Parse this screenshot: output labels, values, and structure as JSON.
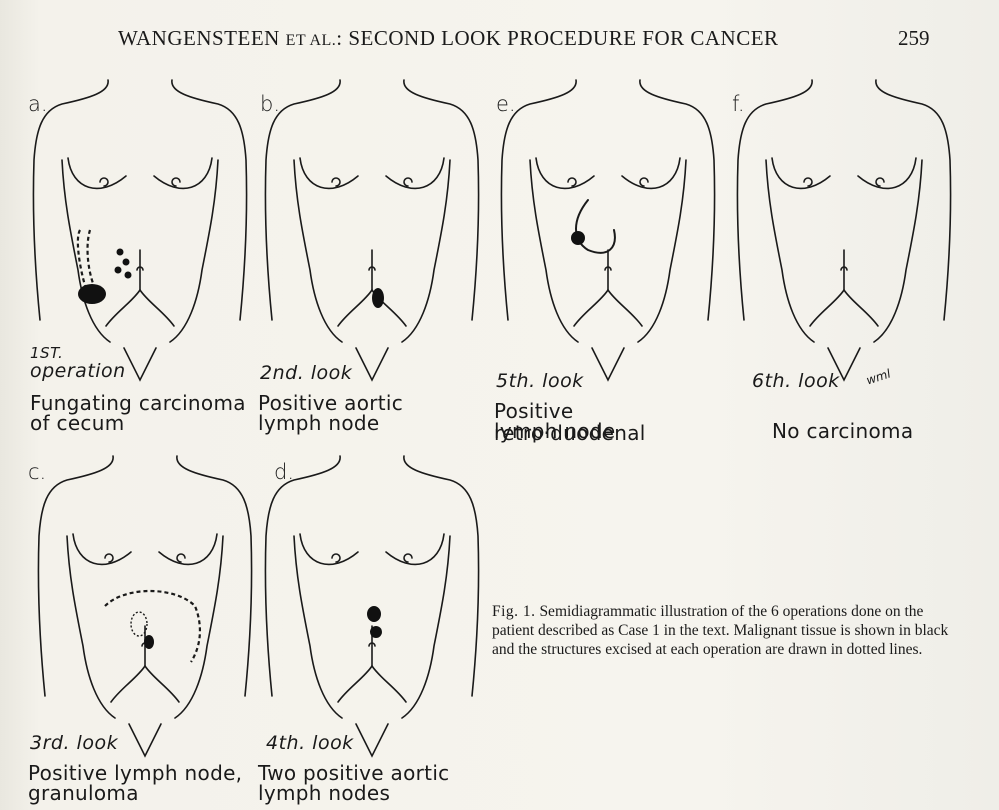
{
  "header": {
    "running_title_main": "WANGENSTEEN",
    "running_title_etal": "ET AL.",
    "running_title_rest": ": SECOND LOOK PROCEDURE FOR CANCER",
    "page_number": "259"
  },
  "panels": [
    {
      "letter": "a.",
      "stage_line1": "1ST.",
      "stage_line2": "operation",
      "caption_line1": "Fungating carcinoma",
      "caption_line2": "of cecum"
    },
    {
      "letter": "b.",
      "stage_line1": "",
      "stage_line2": "2nd. look",
      "caption_line1": "Positive aortic",
      "caption_line2": "lymph node"
    },
    {
      "letter": "e.",
      "stage_line1": "",
      "stage_line2": "5th. look",
      "caption_line1": "Positive retro·duodenal",
      "caption_line2": "lymph node"
    },
    {
      "letter": "f.",
      "stage_line1": "",
      "stage_line2": "6th. look",
      "caption_line1": "No carcinoma",
      "caption_line2": ""
    },
    {
      "letter": "c.",
      "stage_line1": "",
      "stage_line2": "3rd. look",
      "caption_line1": "Positive lymph node,",
      "caption_line2": "granuloma"
    },
    {
      "letter": "d.",
      "stage_line1": "",
      "stage_line2": "4th. look",
      "caption_line1": "Two positive aortic",
      "caption_line2": "lymph nodes"
    }
  ],
  "signature": "wml",
  "figure_caption": {
    "label": "Fig. 1.",
    "text": "Semidiagrammatic illustration of the 6 operations done on the patient described as Case 1 in the text. Malignant tissue is shown in black and the structures excised at each operation are drawn in dotted lines."
  },
  "colors": {
    "paper": "#f3f1ea",
    "ink": "#1a1a1a",
    "malignant": "#111111"
  }
}
